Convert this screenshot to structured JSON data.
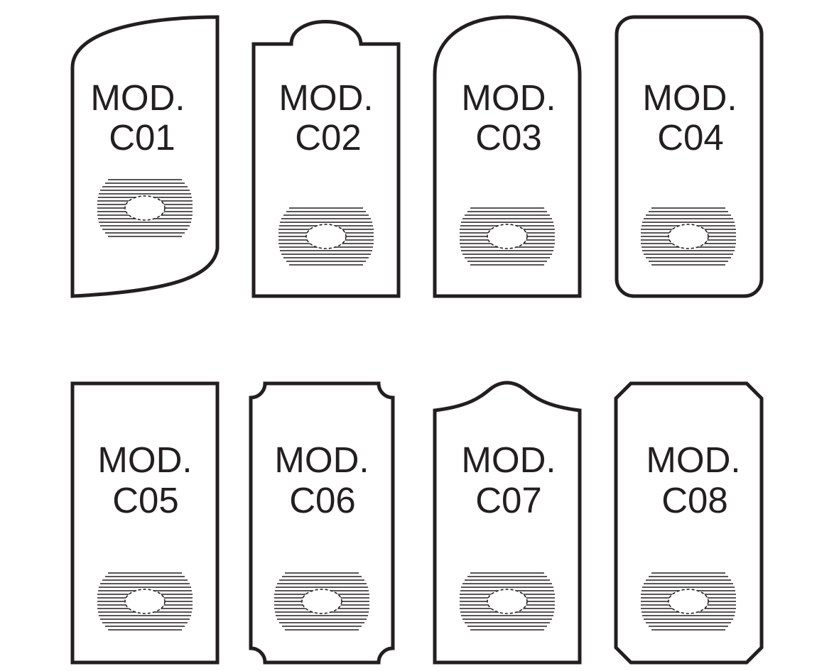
{
  "colors": {
    "ink": "#231f20",
    "background": "#ffffff"
  },
  "models": [
    {
      "id": "C01",
      "line1": "MOD.",
      "line2": "C01",
      "shape": "asymmetric-curved-left"
    },
    {
      "id": "C02",
      "line1": "MOD.",
      "line2": "C02",
      "shape": "rectangle-with-top-tab"
    },
    {
      "id": "C03",
      "line1": "MOD.",
      "line2": "C03",
      "shape": "round-arched-top"
    },
    {
      "id": "C04",
      "line1": "MOD.",
      "line2": "C04",
      "shape": "rounded-rectangle"
    },
    {
      "id": "C05",
      "line1": "MOD.",
      "line2": "C05",
      "shape": "rectangle"
    },
    {
      "id": "C06",
      "line1": "MOD.",
      "line2": "C06",
      "shape": "rectangle-concave-corners"
    },
    {
      "id": "C07",
      "line1": "MOD.",
      "line2": "C07",
      "shape": "wave-arched-top"
    },
    {
      "id": "C08",
      "line1": "MOD.",
      "line2": "C08",
      "shape": "chamfered-rectangle"
    }
  ]
}
